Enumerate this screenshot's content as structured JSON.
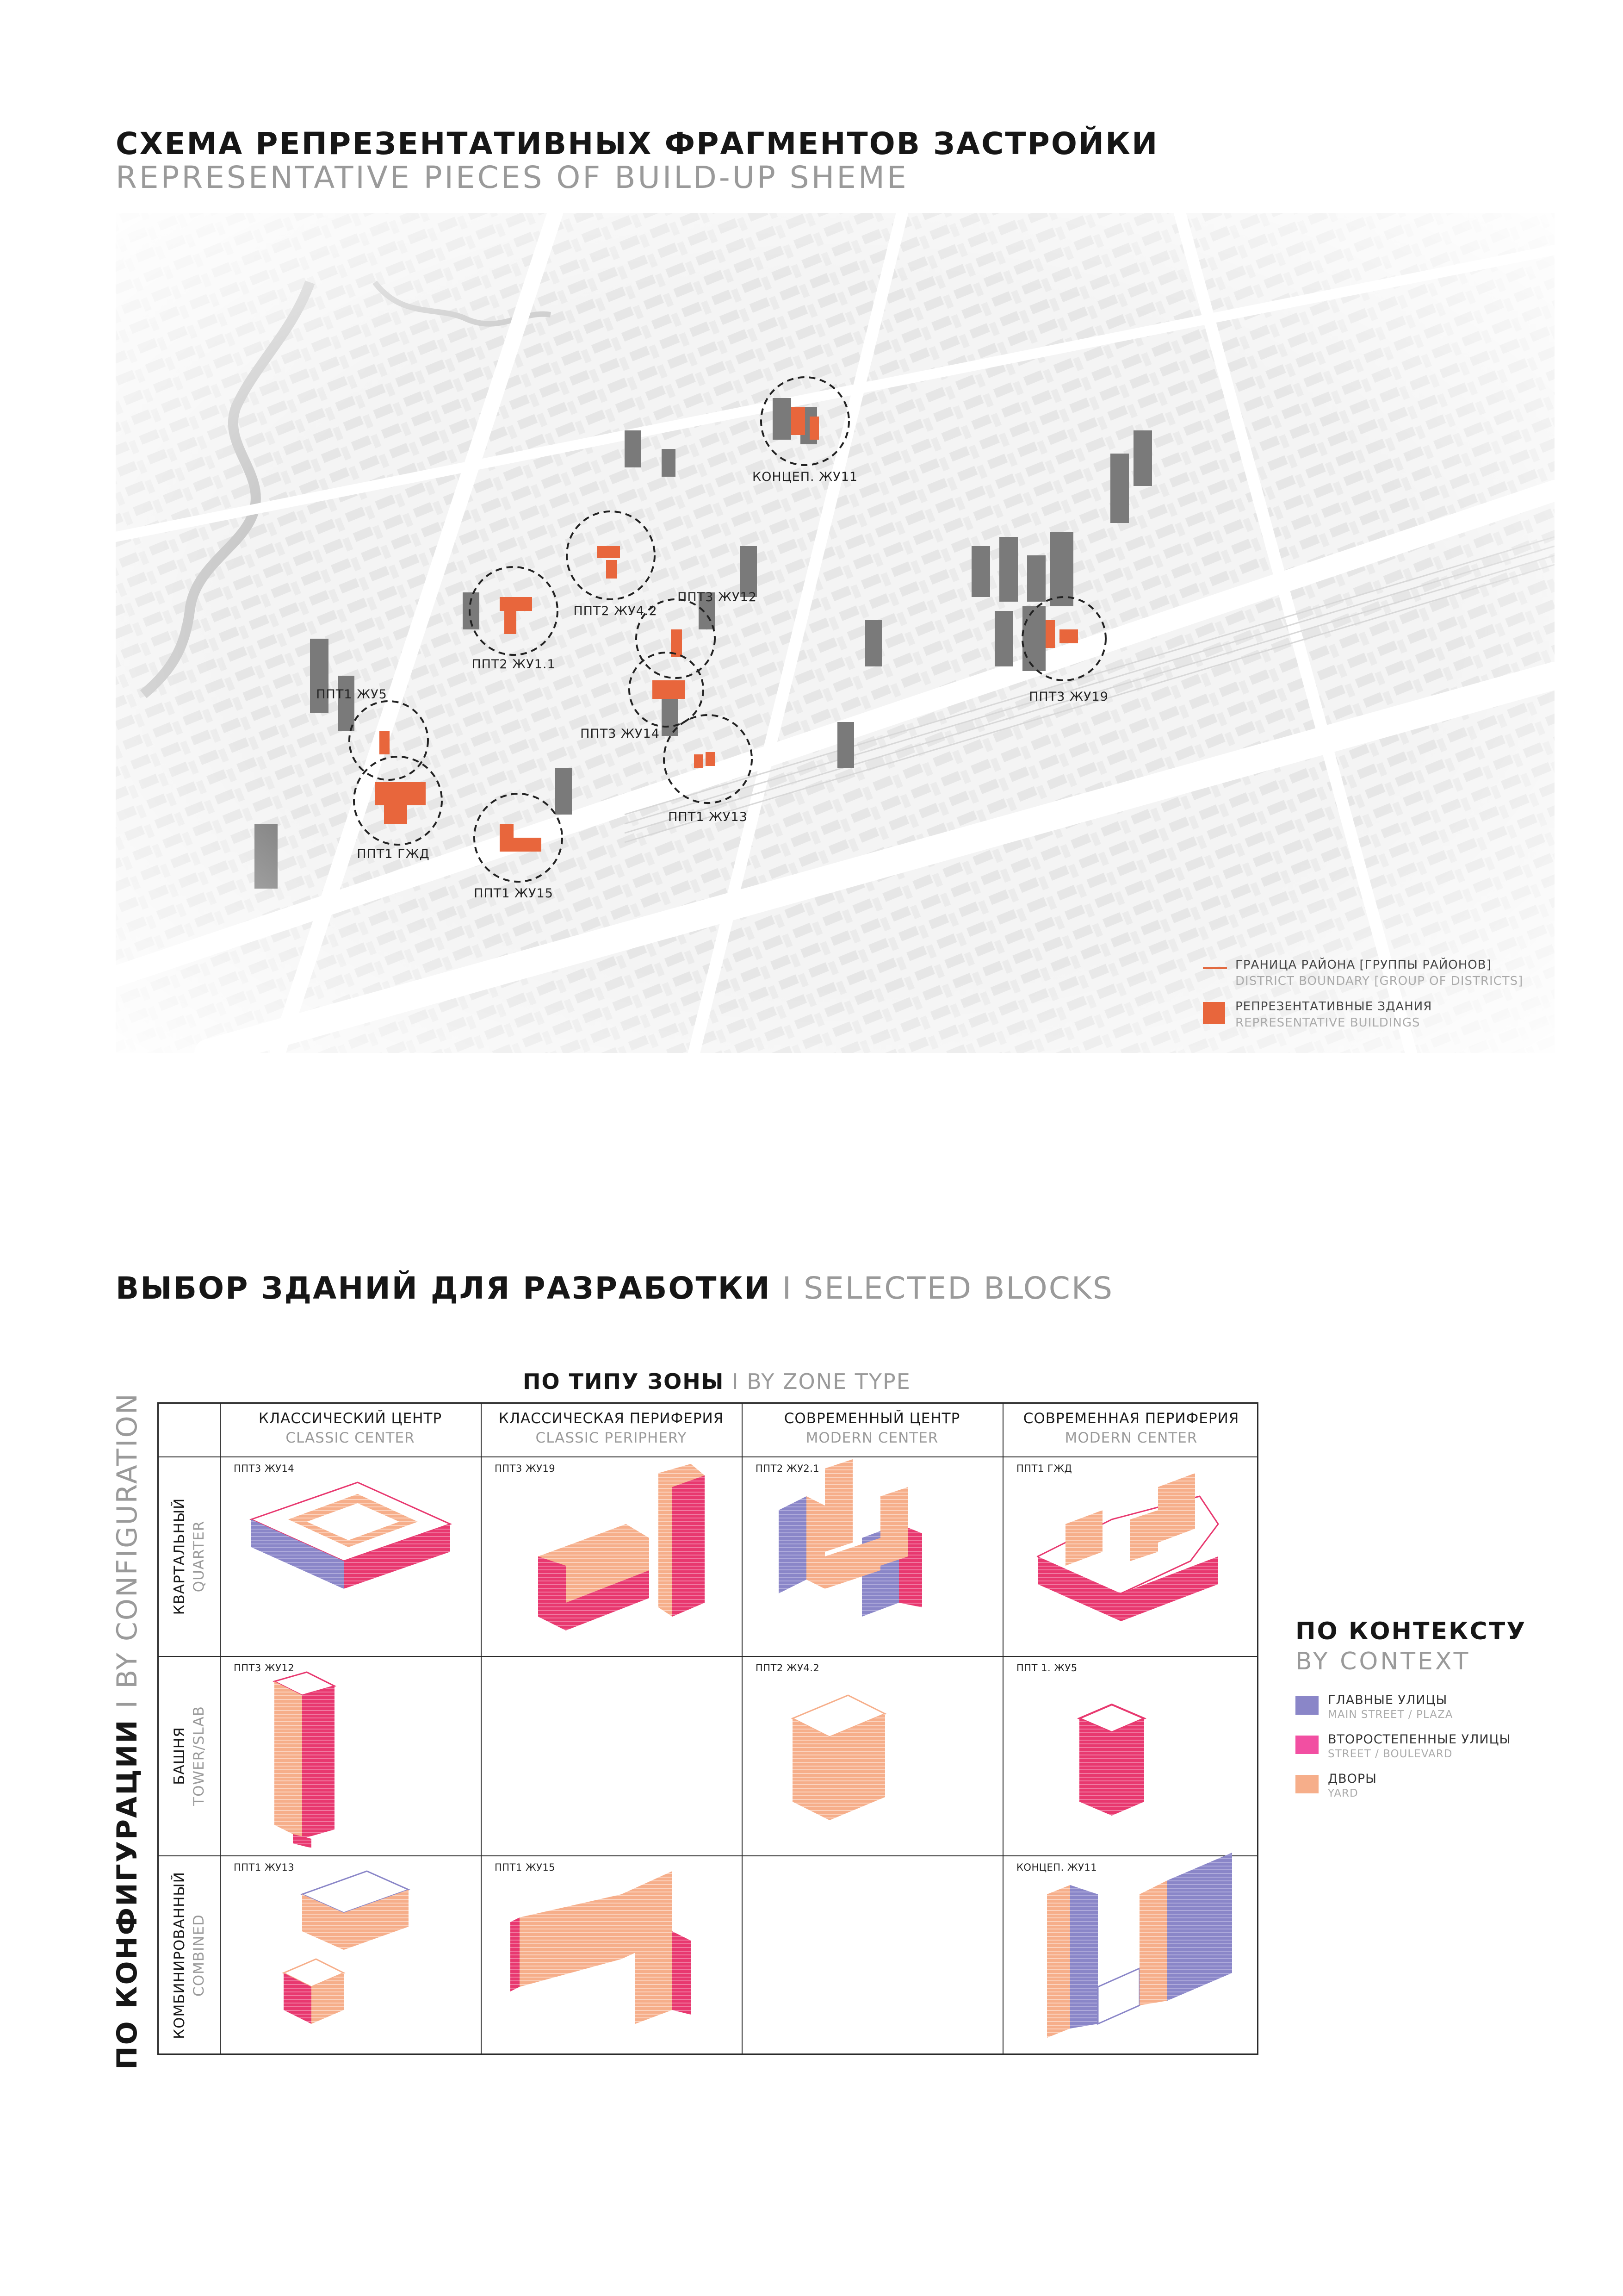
{
  "section1": {
    "title_ru": "СХЕМА РЕПРЕЗЕНТАТИВНЫХ ФРАГМЕНТОВ ЗАСТРОЙКИ",
    "title_en": "REPRESENTATIVE PIECES OF BUILD-UP SHEME",
    "map_labels": [
      "КОНЦЕП. ЖУ11",
      "ППТ2 ЖУ4.2",
      "ППТ3 ЖУ12",
      "ППТ2 ЖУ1.1",
      "ППТ3 ЖУ19",
      "ППТ1 ЖУ5",
      "ППТ3 ЖУ14",
      "ППТ1 ЖУ13",
      "ППТ1 ГЖД",
      "ППТ1 ЖУ15"
    ],
    "legend": {
      "boundary_ru": "ГРАНИЦА РАЙОНА [ГРУППЫ РАЙОНОВ]",
      "boundary_en": "DISTRICT BOUNDARY [GROUP OF DISTRICTS]",
      "buildings_ru": "РЕПРЕЗЕНТАТИВНЫЕ ЗДАНИЯ",
      "buildings_en": "REPRESENTATIVE BUILDINGS"
    }
  },
  "section2": {
    "title_ru": "ВЫБОР ЗДАНИЙ ДЛЯ РАЗРАБОТКИ",
    "title_en": " I SELECTED BLOCKS",
    "zone_title_ru": "ПО ТИПУ ЗОНЫ",
    "zone_title_en": " I BY ZONE TYPE",
    "config_title_ru": "ПО КОНФИГУРАЦИИ",
    "config_title_en": "  I BY CONFIGURATION",
    "columns": [
      {
        "ru": "КЛАССИЧЕСКИЙ ЦЕНТР",
        "en": "CLASSIC CENTER"
      },
      {
        "ru": "КЛАССИЧЕСКАЯ ПЕРИФЕРИЯ",
        "en": "CLASSIC PERIPHERY"
      },
      {
        "ru": "СОВРЕМЕННЫЙ ЦЕНТР",
        "en": "MODERN CENTER"
      },
      {
        "ru": "СОВРЕМЕННАЯ ПЕРИФЕРИЯ",
        "en": "MODERN CENTER"
      }
    ],
    "rows": [
      {
        "ru": "КВАРТАЛЬНЫЙ",
        "en": "QUARTER"
      },
      {
        "ru": "БАШНЯ",
        "en": "TOWER/SLAB"
      },
      {
        "ru": "КОМБИНИРОВАННЫЙ",
        "en": "COMBINED"
      }
    ],
    "cells": {
      "r1c1": "ППТ3 ЖУ14",
      "r1c2": "ППТ3 ЖУ19",
      "r1c3": "ППТ2 ЖУ2.1",
      "r1c4": "ППТ1 ГЖД",
      "r2c1": "ППТ3 ЖУ12",
      "r2c3": "ППТ2 ЖУ4.2",
      "r2c4": "ППТ 1. ЖУ5",
      "r3c1": "ППТ1 ЖУ13",
      "r3c2": "ППТ1 ЖУ15",
      "r3c4": "КОНЦЕП. ЖУ11"
    },
    "context": {
      "title_ru": "ПО КОНТЕКСТУ",
      "title_en": "BY CONTEXT",
      "items": [
        {
          "ru": "ГЛАВНЫЕ УЛИЦЫ",
          "en": "MAIN STREET / PLAZA",
          "color": "#8a86c8"
        },
        {
          "ru": "ВТОРОСТЕПЕННЫЕ УЛИЦЫ",
          "en": "STREET / BOULEVARD",
          "color": "#f24fa2"
        },
        {
          "ru": "ДВОРЫ",
          "en": "YARD",
          "color": "#f6ae8a"
        }
      ]
    }
  },
  "colors": {
    "orange": "#e8663c",
    "main_street": "#8a86c8",
    "street": "#e8386f",
    "yard": "#f6ae8a"
  }
}
